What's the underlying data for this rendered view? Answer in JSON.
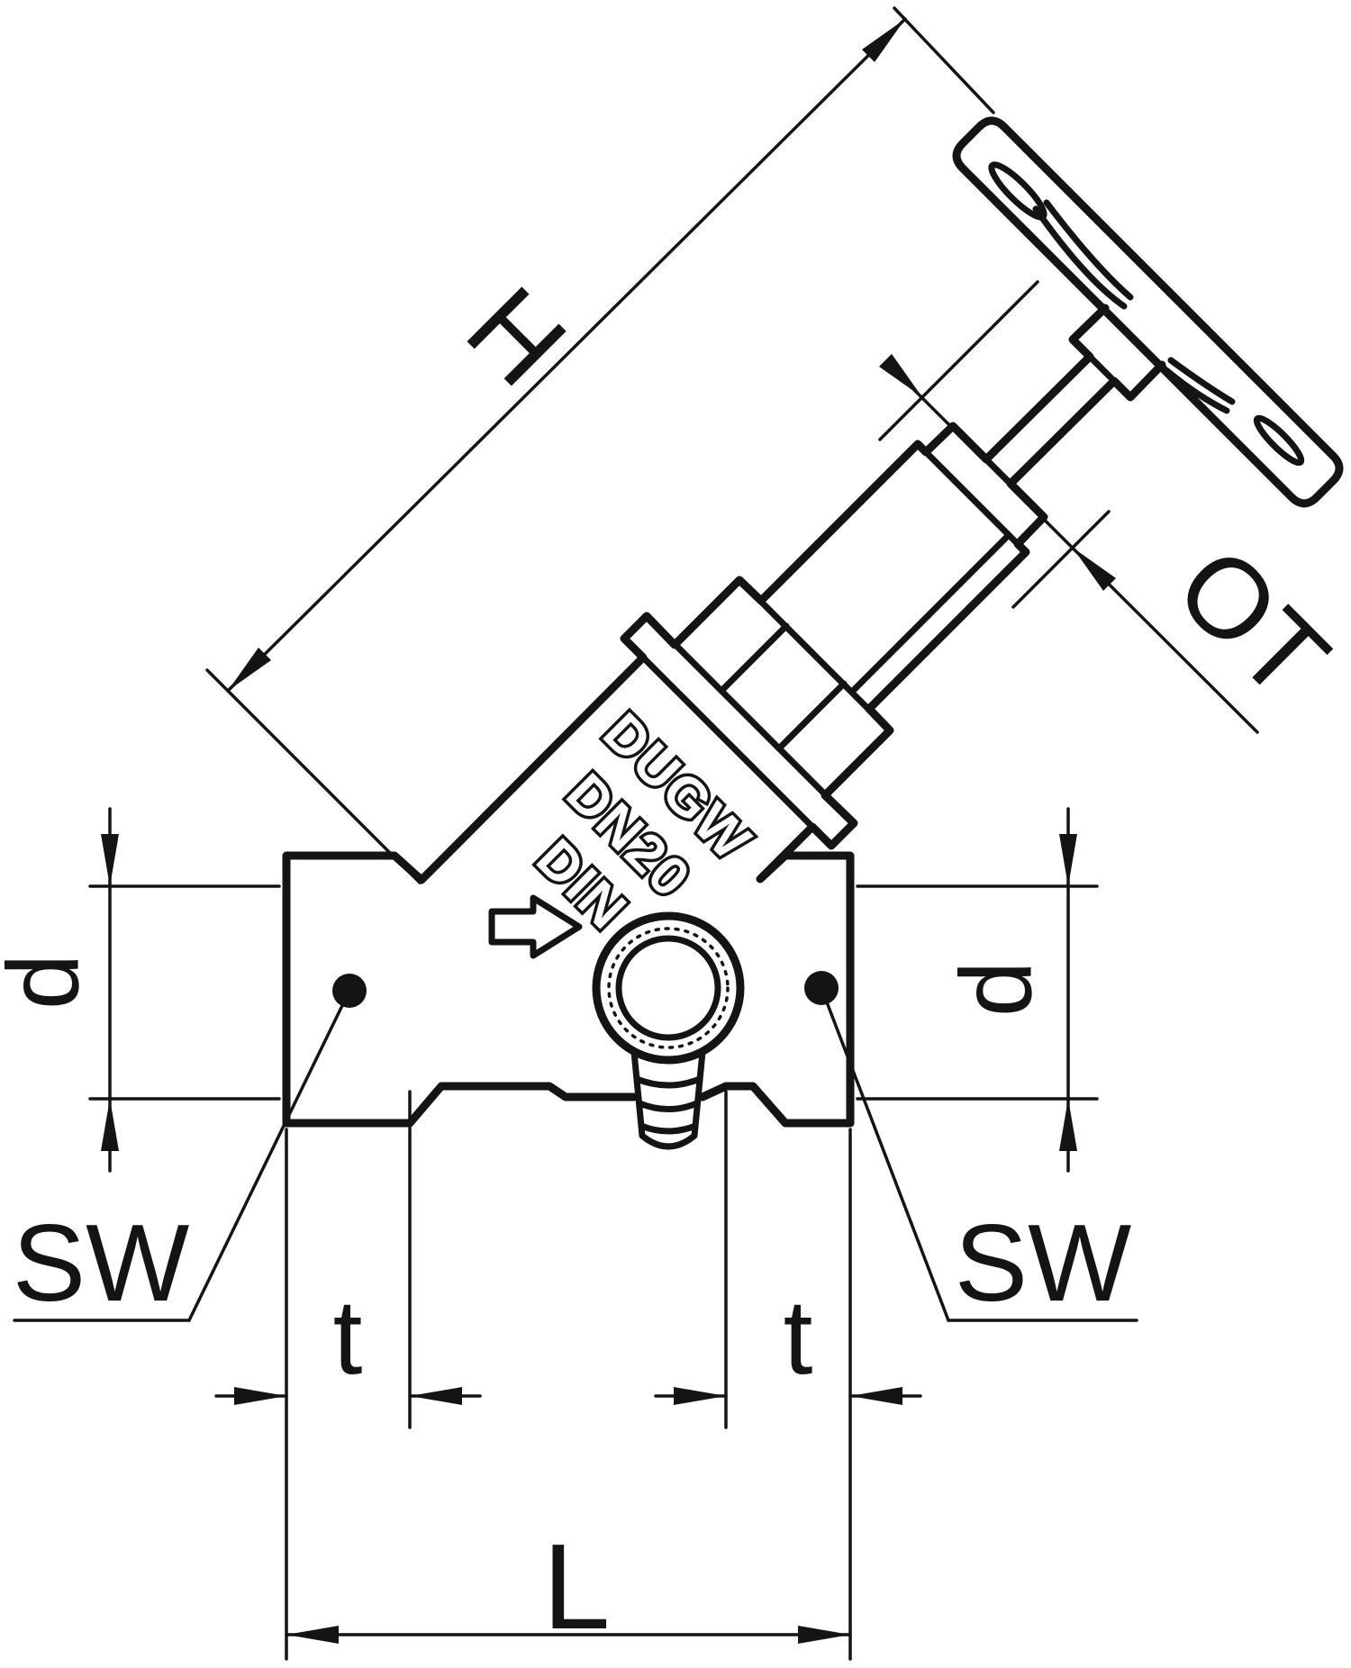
{
  "drawing": {
    "colors": {
      "ink": "#141414",
      "paper": "#ffffff"
    },
    "dimensions": {
      "height": "H",
      "upper_part": "OT",
      "diameter_left": "d",
      "diameter_right": "d",
      "wrench_size_left": "SW",
      "wrench_size_right": "SW",
      "socket_depth_left": "t",
      "socket_depth_right": "t",
      "length": "L"
    },
    "cast_markings": {
      "brand": "DUGW",
      "nominal_size": "DN20",
      "standard": "DIN"
    },
    "icons": {
      "flow_arrow": "flow-direction-right-icon"
    }
  }
}
